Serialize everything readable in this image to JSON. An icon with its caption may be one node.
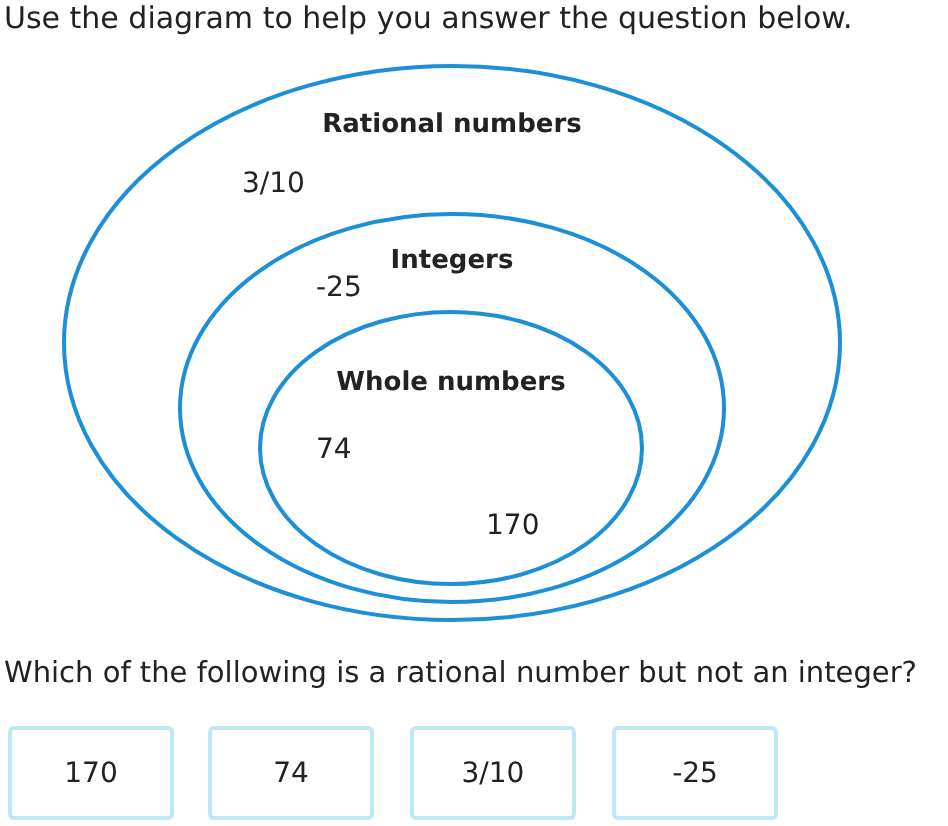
{
  "diagram": {
    "title": "Use the diagram to help you answer the question below.",
    "nodes": [
      {
        "text": [
          "Rational numbers"
        ]
      },
      {
        "text": [
          "Integers"
        ],
        "in": 0
      },
      {
        "text": [
          "Whole numbers"
        ],
        "in": 1
      }
    ],
    "edges": [],
    "labels": [
      "3/10",
      "-25",
      "74",
      "170",
      "Which of the following is a rational number but not an integer?",
      "170",
      "74",
      "3/10",
      "-25"
    ]
  }
}
